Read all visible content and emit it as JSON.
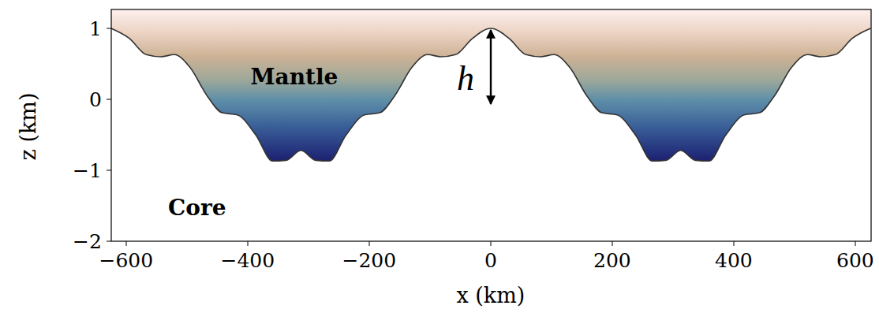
{
  "diagram": {
    "labels": [
      "1",
      "0",
      "−1",
      "−2",
      "−600",
      "−400",
      "−200",
      "0",
      "200",
      "400",
      "600",
      "z (km)",
      "x (km)",
      "Mantle",
      "Core",
      "h"
    ]
  }
}
